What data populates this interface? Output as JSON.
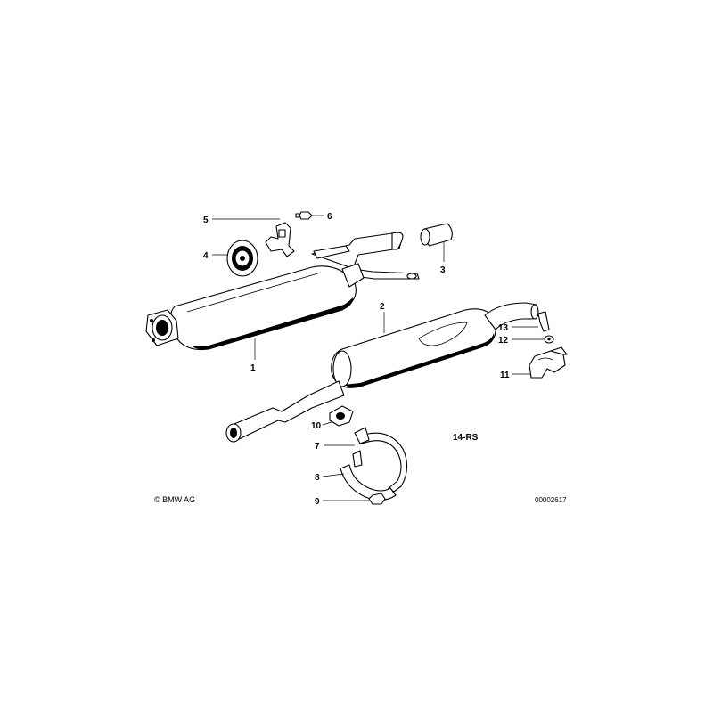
{
  "diagram": {
    "code": "14-RS",
    "copyright": "© BMW AG",
    "image_number": "00002617",
    "callouts": [
      "1",
      "2",
      "3",
      "4",
      "5",
      "6",
      "7",
      "8",
      "9",
      "10",
      "11",
      "12",
      "13"
    ]
  },
  "colors": {
    "line": "#000000",
    "background": "#ffffff"
  }
}
